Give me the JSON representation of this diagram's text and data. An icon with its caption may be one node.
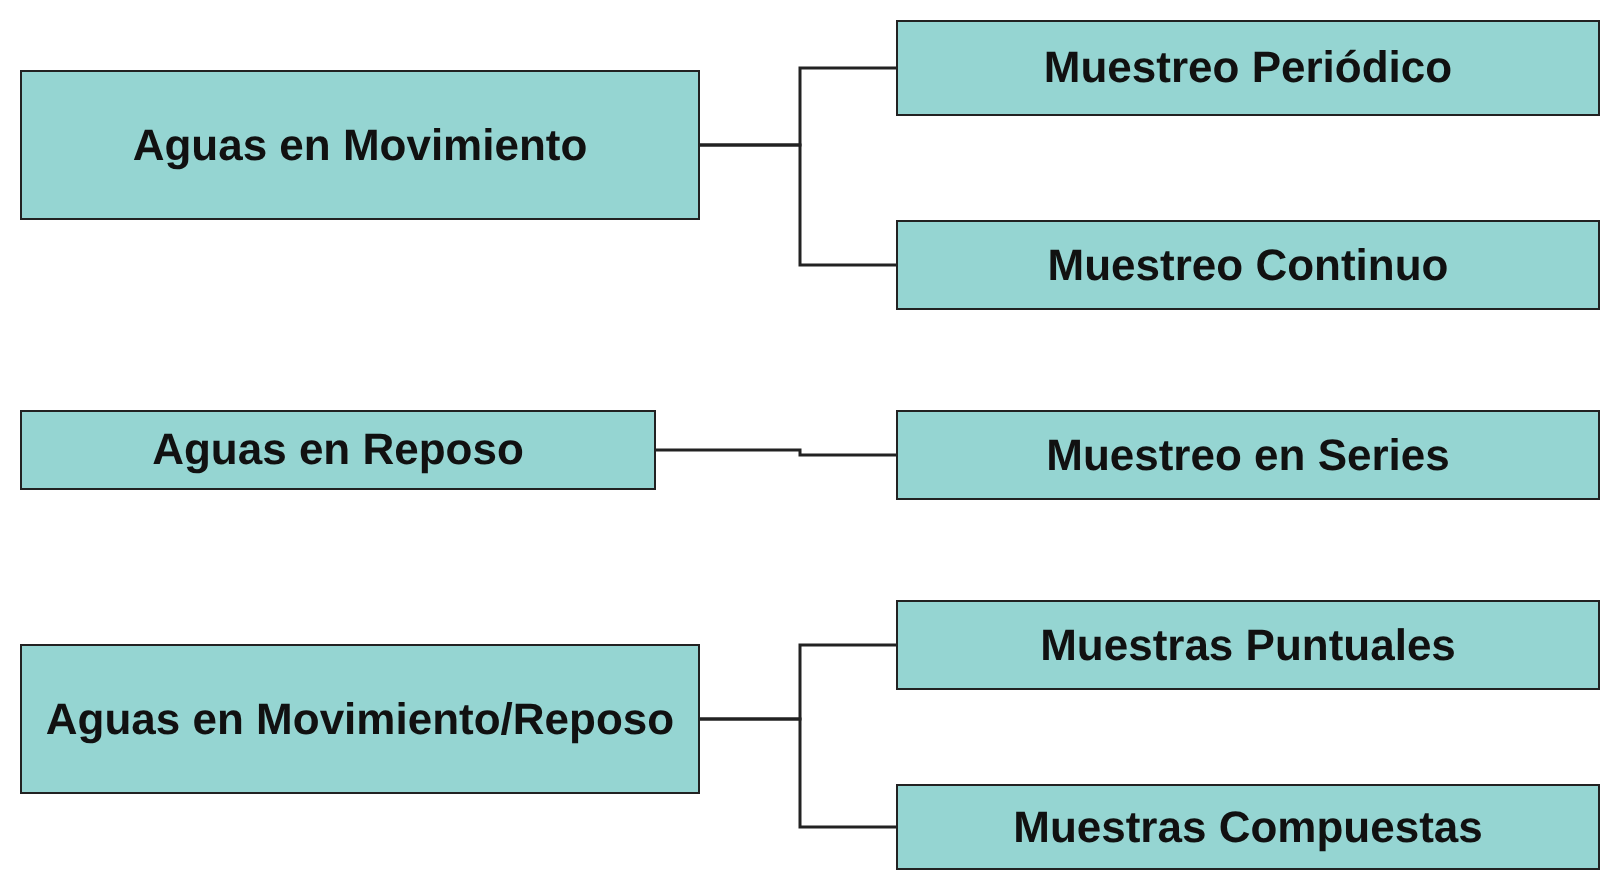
{
  "diagram": {
    "nodes": [
      {
        "text": [
          "Aguas en Movimiento"
        ]
      },
      {
        "text": [
          "Muestreo Periódico"
        ]
      },
      {
        "text": [
          "Muestreo Continuo"
        ]
      },
      {
        "text": [
          "Aguas en Reposo"
        ]
      },
      {
        "text": [
          "Muestreo en Series"
        ]
      },
      {
        "text": [
          "Aguas en Movimiento/Reposo"
        ]
      },
      {
        "text": [
          "Muestras Puntuales"
        ]
      },
      {
        "text": [
          "Muestras Compuestas"
        ]
      }
    ],
    "edges": [
      {
        "from": 0,
        "to": 1,
        "arrow": "none"
      },
      {
        "from": 0,
        "to": 2,
        "arrow": "none"
      },
      {
        "from": 3,
        "to": 4,
        "arrow": "none"
      },
      {
        "from": 5,
        "to": 6,
        "arrow": "none"
      },
      {
        "from": 5,
        "to": 7,
        "arrow": "none"
      }
    ]
  }
}
